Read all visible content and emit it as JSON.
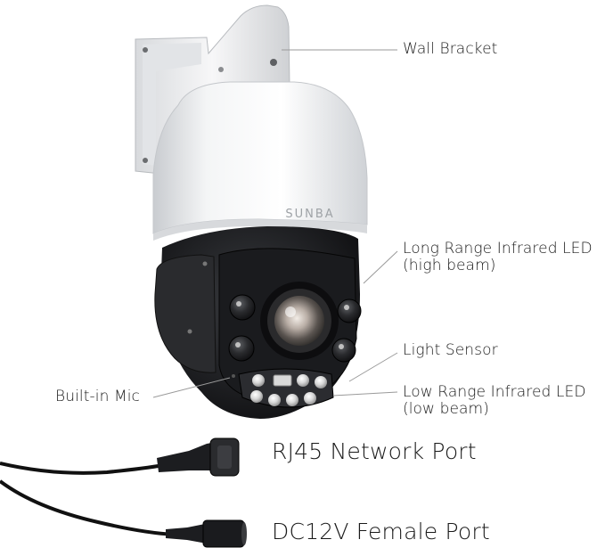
{
  "brand": "SUNBA",
  "labels": {
    "wall_bracket": "Wall Bracket",
    "long_range_led": "Long Range Infrared LED",
    "long_range_led_sub": "(high beam)",
    "light_sensor": "Light Sensor",
    "low_range_led": "Low Range Infrared LED",
    "low_range_led_sub": "(low beam)",
    "built_in_mic": "Built-in Mic",
    "rj45_port": "RJ45 Network Port",
    "dc_port": "DC12V Female Port"
  },
  "colors": {
    "housing": "#eceef0",
    "body": "#1c1d20",
    "leader_line": "#9a9a9a",
    "text": "#1a1a1a"
  }
}
